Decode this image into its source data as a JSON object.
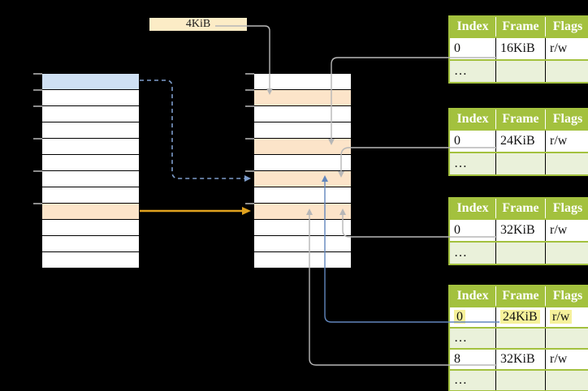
{
  "size_label": {
    "text": "4KiB"
  },
  "virtual_memory_column": {
    "cells": [
      "blue",
      "white",
      "white",
      "white",
      "white",
      "white",
      "white",
      "white",
      "orange",
      "white",
      "white",
      "white"
    ]
  },
  "physical_memory_column": {
    "cells": [
      "white",
      "orange",
      "white",
      "white",
      "orange",
      "white",
      "orange",
      "white",
      "orange",
      "white",
      "white",
      "white"
    ]
  },
  "page_tables": [
    {
      "headers": [
        "Index",
        "Frame",
        "Flags"
      ],
      "rows": [
        {
          "cells": [
            "0",
            "16KiB",
            "r/w"
          ],
          "shaded": false,
          "highlighted": false
        },
        {
          "cells": [
            "…",
            "",
            ""
          ],
          "shaded": true,
          "highlighted": false
        }
      ]
    },
    {
      "headers": [
        "Index",
        "Frame",
        "Flags"
      ],
      "rows": [
        {
          "cells": [
            "0",
            "24KiB",
            "r/w"
          ],
          "shaded": false,
          "highlighted": false
        },
        {
          "cells": [
            "…",
            "",
            ""
          ],
          "shaded": true,
          "highlighted": false
        }
      ]
    },
    {
      "headers": [
        "Index",
        "Frame",
        "Flags"
      ],
      "rows": [
        {
          "cells": [
            "0",
            "32KiB",
            "r/w"
          ],
          "shaded": false,
          "highlighted": false
        },
        {
          "cells": [
            "…",
            "",
            ""
          ],
          "shaded": true,
          "highlighted": false
        }
      ]
    },
    {
      "headers": [
        "Index",
        "Frame",
        "Flags"
      ],
      "rows": [
        {
          "cells": [
            "0",
            "24KiB",
            "r/w"
          ],
          "shaded": false,
          "highlighted": true
        },
        {
          "cells": [
            "…",
            "",
            ""
          ],
          "shaded": true,
          "highlighted": false
        },
        {
          "cells": [
            "8",
            "32KiB",
            "r/w"
          ],
          "shaded": false,
          "highlighted": false
        },
        {
          "cells": [
            "…",
            "",
            ""
          ],
          "shaded": true,
          "highlighted": false
        }
      ]
    }
  ],
  "arrows": [
    {
      "id": "size-label-to-frame",
      "color": "gray",
      "dashed": false
    },
    {
      "id": "table1-to-frame",
      "color": "gray",
      "dashed": false
    },
    {
      "id": "table2-to-frame",
      "color": "gray",
      "dashed": false
    },
    {
      "id": "table3-to-frame",
      "color": "gray",
      "dashed": false
    },
    {
      "id": "table4-row0-to-frame",
      "color": "blue",
      "dashed": false
    },
    {
      "id": "table4-row8-to-frame",
      "color": "gray",
      "dashed": false
    },
    {
      "id": "virtual-page-walk-dashed",
      "color": "dashedBlue",
      "dashed": true
    },
    {
      "id": "virtual-page-to-frame-orange",
      "color": "orange",
      "dashed": false
    }
  ],
  "colors": {
    "background": "#000000",
    "page_blue": "#cfe0f3",
    "frame_orange": "#fce4c9",
    "cell_white": "#ffffff",
    "label_cream": "#fcecc6",
    "table_green": "#a3c13e",
    "table_row_green": "#eaf1da",
    "highlight_yellow": "#f6f19b",
    "gray": "#b7b7b7",
    "blue": "#6286bd",
    "dashedBlue": "#7d9cca",
    "orange": "#e0a21e",
    "tick_gray": "#8c8c8c"
  }
}
